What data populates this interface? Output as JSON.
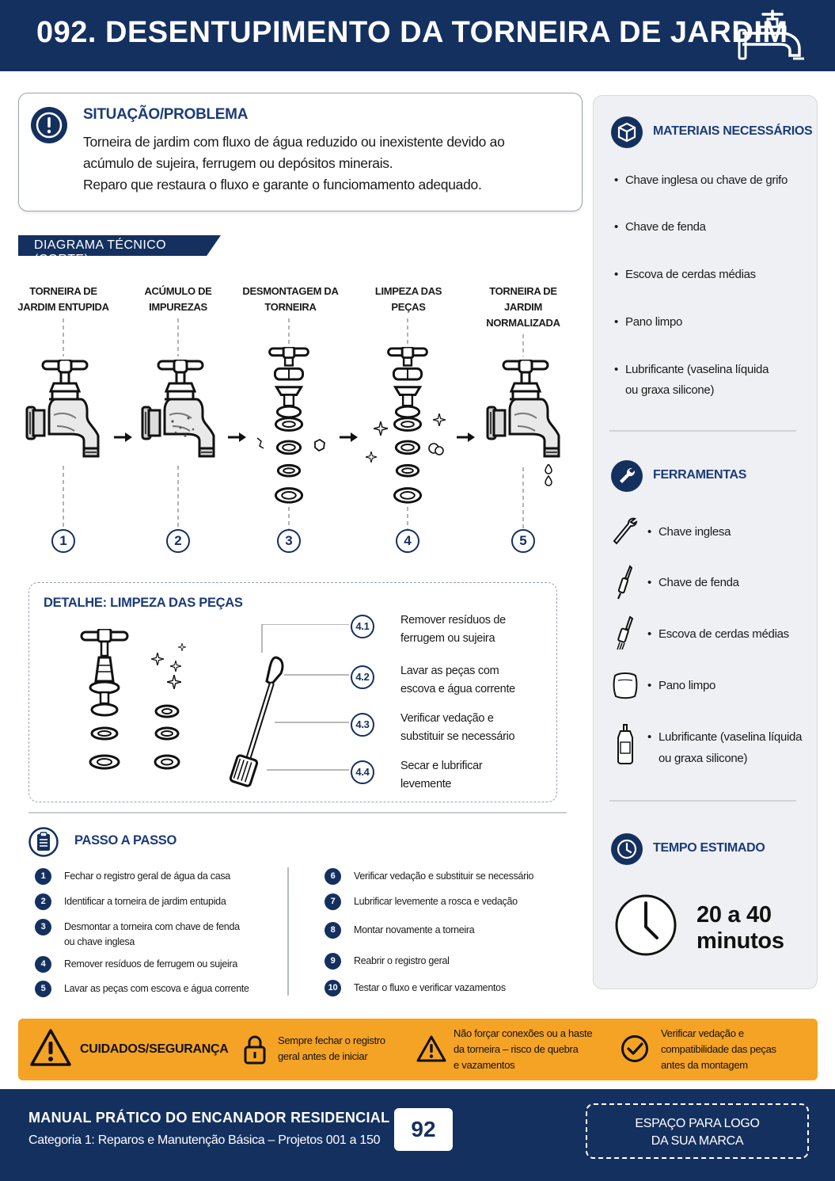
{
  "header": {
    "title": "092. DESENTUPIMENTO DA TORNEIRA DE JARDIM"
  },
  "situation": {
    "heading": "SITUAÇÃO/PROBLEMA",
    "line1": "Torneira de jardim com fluxo de água reduzido ou inexistente devido ao",
    "line2": "acúmulo de sujeira, ferrugem ou depósitos minerais.",
    "line3": "Reparo que restaura o fluxo e garante o funciomamento adequado."
  },
  "diagram": {
    "tag": "DIAGRAMA TÉCNICO (CORTE)",
    "stages": [
      {
        "num": "1",
        "l1": "TORNEIRA DE",
        "l2": "JARDIM ENTUPIDA",
        "l3": ""
      },
      {
        "num": "2",
        "l1": "ACÚMULO DE",
        "l2": "IMPUREZAS",
        "l3": ""
      },
      {
        "num": "3",
        "l1": "DESMONTAGEM DA",
        "l2": "TORNEIRA",
        "l3": ""
      },
      {
        "num": "4",
        "l1": "LIMPEZA DAS",
        "l2": "PEÇAS",
        "l3": ""
      },
      {
        "num": "5",
        "l1": "TORNEIRA DE",
        "l2": "JARDIM",
        "l3": "NORMALIZADA"
      }
    ]
  },
  "detail": {
    "heading": "DETALHE: LIMPEZA DAS PEÇAS",
    "steps": [
      {
        "num": "4.1",
        "l1": "Remover resíduos de",
        "l2": "ferrugem ou sujeira"
      },
      {
        "num": "4.2",
        "l1": "Lavar as peças com",
        "l2": "escova e água corrente"
      },
      {
        "num": "4.3",
        "l1": "Verificar vedação e",
        "l2": "substituir se necessário"
      },
      {
        "num": "4.4",
        "l1": "Secar e lubrificar",
        "l2": "levemente"
      }
    ]
  },
  "steps": {
    "heading": "PASSO A PASSO",
    "left": [
      {
        "num": "1",
        "text": "Fechar o registro geral de água da casa"
      },
      {
        "num": "2",
        "text": "Identificar a torneira de jardim entupida"
      },
      {
        "num": "3",
        "text": "Desmontar a torneira com chave de fenda ou chave inglesa"
      },
      {
        "num": "4",
        "text": "Remover resíduos de ferrugem ou sujeira"
      },
      {
        "num": "5",
        "text": "Lavar as peças com escova e água corrente"
      }
    ],
    "right": [
      {
        "num": "6",
        "text": "Verificar vedação e substituir se necessário"
      },
      {
        "num": "7",
        "text": "Lubrificar levemente a rosca e vedação"
      },
      {
        "num": "8",
        "text": "Montar novamente a torneira"
      },
      {
        "num": "9",
        "text": "Reabrir o registro geral"
      },
      {
        "num": "10",
        "text": "Testar o fluxo e verificar vazamentos"
      }
    ]
  },
  "materials": {
    "heading": "MATERIAIS NECESSÁRIOS",
    "items": [
      "Chave inglesa ou chave de grifo",
      "Chave de fenda",
      "Escova de cerdas médias",
      "Pano limpo",
      "Lubrificante (vaselina líquida ou graxa silicone)"
    ]
  },
  "tools": {
    "heading": "FERRAMENTAS",
    "items": [
      {
        "icon": "wrench-icon",
        "label": "Chave inglesa"
      },
      {
        "icon": "screwdriver-icon",
        "label": "Chave de fenda"
      },
      {
        "icon": "brush-icon",
        "label": "Escova de cerdas médias"
      },
      {
        "icon": "cloth-icon",
        "label": "Pano limpo"
      },
      {
        "icon": "lubricant-bottle-icon",
        "label": "Lubrificante (vaselina líquida ou graxa silicone)"
      }
    ]
  },
  "time": {
    "heading": "TEMPO ESTIMADO",
    "l1": "20 a 40",
    "l2": "minutos"
  },
  "safety": {
    "label": "CUIDADOS/SEGURANÇA",
    "tip1": {
      "l1": "Sempre fechar o registro",
      "l2": "geral antes de iniciar"
    },
    "tip2": {
      "l1": "Não forçar conexões ou a haste",
      "l2": "da torneira – risco de quebra",
      "l3": "e vazamentos"
    },
    "tip3": {
      "l1": "Verificar vedação e",
      "l2": "compatibilidade das peças",
      "l3": "antes da montagem"
    }
  },
  "footer": {
    "title": "MANUAL PRÁTICO DO ENCANADOR RESIDENCIAL",
    "subtitle": "Categoria 1: Reparos e Manutenção Básica – Projetos 001 a 150",
    "page": "92",
    "logo_l1": "ESPAÇO PARA LOGO",
    "logo_l2": "DA SUA MARCA"
  },
  "colors": {
    "navy": "#14305f",
    "heading_blue": "#1b3b7a",
    "safety_orange": "#f5a324",
    "sidebar_bg": "#eef0f3"
  }
}
